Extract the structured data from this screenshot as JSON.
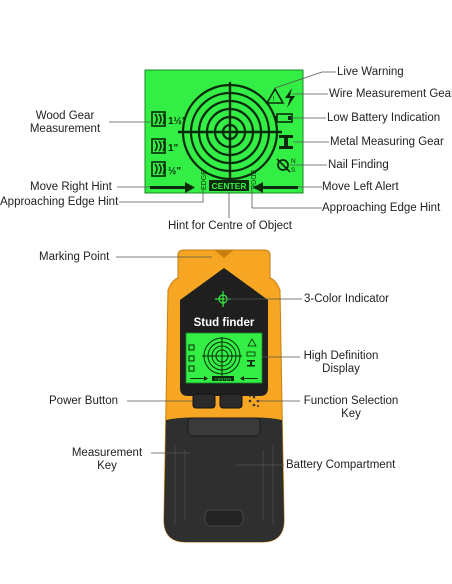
{
  "colors": {
    "lcd_green": "#33ee44",
    "lcd_dark": "#0a2a0a",
    "body_orange": "#f6a623",
    "body_dark": "#2f2f2f",
    "leader_line": "#555555"
  },
  "lcd": {
    "center_tag": "CENTER",
    "edge_left": "EDGE",
    "edge_right": "EDGE",
    "wood_fraction_1": "1½\"",
    "wood_fraction_2": "1\"",
    "wood_fraction_3": "½\"",
    "nail_n": "N",
    "nail_s": "S"
  },
  "callouts": {
    "live_warning": "Live Warning",
    "wire_gear": "Wire Measurement Gear",
    "wood_gear_line1": "Wood Gear",
    "wood_gear_line2": "Measurement",
    "low_battery": "Low Battery Indication",
    "metal_gear": "Metal Measuring Gear",
    "nail_finding": "Nail Finding",
    "move_right": "Move Right Hint",
    "move_left": "Move Left Alert",
    "edge_left_hint": "Approaching Edge Hint",
    "edge_right_hint": "Approaching Edge Hint",
    "centre_hint": "Hint for Centre of Object",
    "marking_point": "Marking Point",
    "three_color": "3-Color Indicator",
    "high_def_line1": "High Definition",
    "high_def_line2": "Display",
    "power_button": "Power Button",
    "function_line1": "Function Selection",
    "function_line2": "Key",
    "measurement_line1": "Measurement",
    "measurement_line2": "Key",
    "battery": "Battery Compartment"
  },
  "device": {
    "brand_label": "Stud finder",
    "mini_center": "CENTER"
  }
}
